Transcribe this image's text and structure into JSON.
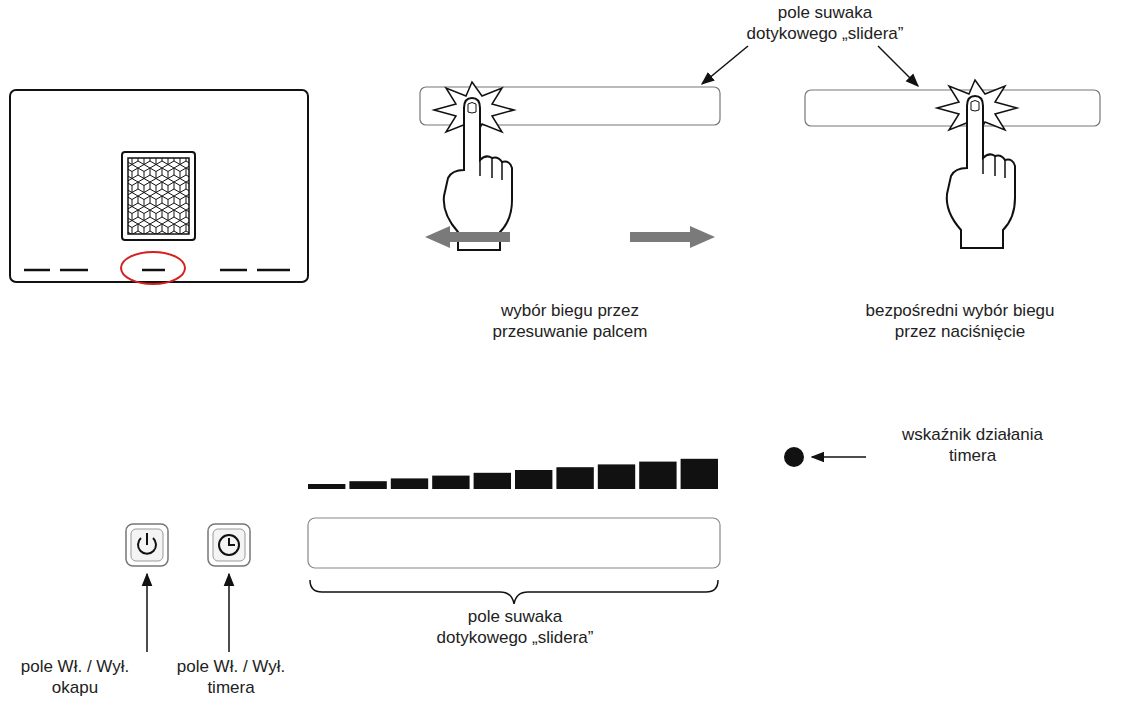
{
  "diagram": {
    "labels": [
      "pole suwaka dotykowego „slidera”",
      "wybór biegu przez przesuwanie palcem",
      "bezpośredni wybór biegu przez naciśnięcie",
      "wskaźnik działania timera",
      "pole suwaka dotykowego „slidera”",
      "pole Wł. / Wył. okapu",
      "pole Wł. / Wył. timera"
    ]
  }
}
